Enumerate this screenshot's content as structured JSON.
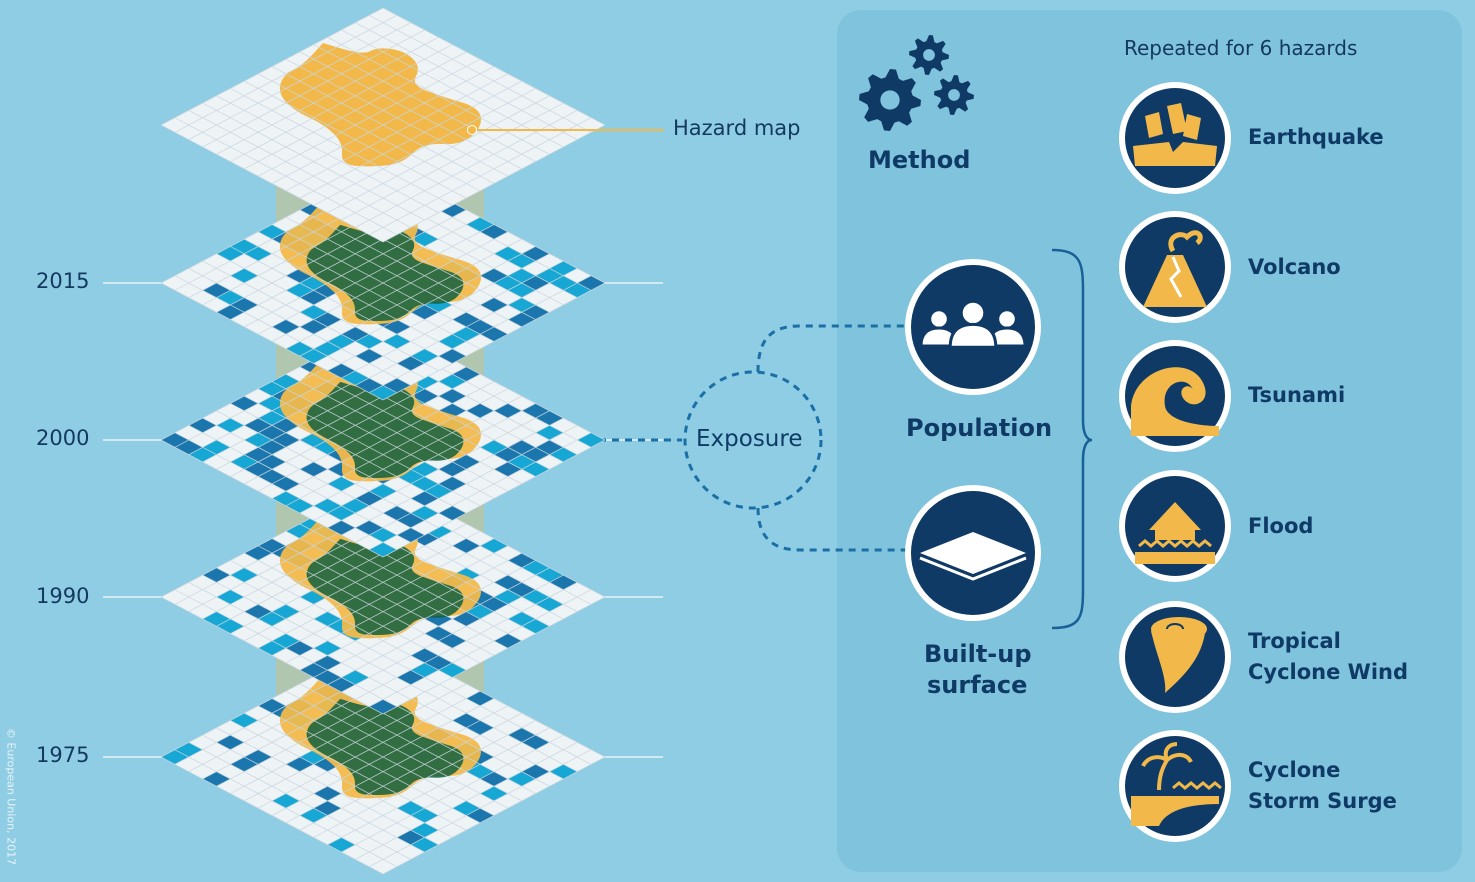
{
  "layers": {
    "hazard_label": "Hazard map",
    "years": [
      "2015",
      "2000",
      "1990",
      "1975"
    ]
  },
  "method": {
    "label": "Method",
    "icon": "gears-icon"
  },
  "exposure": {
    "label": "Exposure",
    "items": [
      {
        "label": "Population",
        "icon": "people-icon"
      },
      {
        "label": "Built-up surface",
        "line1": "Built-up",
        "line2": "surface",
        "icon": "surface-layer-icon"
      }
    ]
  },
  "hazards": {
    "header": "Repeated for 6 hazards",
    "items": [
      {
        "line1": "Earthquake",
        "line2": "",
        "icon": "earthquake-icon"
      },
      {
        "line1": "Volcano",
        "line2": "",
        "icon": "volcano-icon"
      },
      {
        "line1": "Tsunami",
        "line2": "",
        "icon": "tsunami-icon"
      },
      {
        "line1": "Flood",
        "line2": "",
        "icon": "flood-icon"
      },
      {
        "line1": "Tropical",
        "line2": "Cyclone Wind",
        "icon": "tornado-icon"
      },
      {
        "line1": "Cyclone",
        "line2": "Storm Surge",
        "icon": "storm-surge-icon"
      }
    ]
  },
  "copyright": "© European Union, 2017",
  "colors": {
    "background": "#8ecde3",
    "panel": "#7fc3dd",
    "navy": "#0f3a66",
    "hazard_yellow": "#f2b94a",
    "grid_white": "#eef3f6",
    "pop_dark": "#1a76ad",
    "pop_light": "#16a7d4",
    "overlap_green": "#10603f"
  }
}
